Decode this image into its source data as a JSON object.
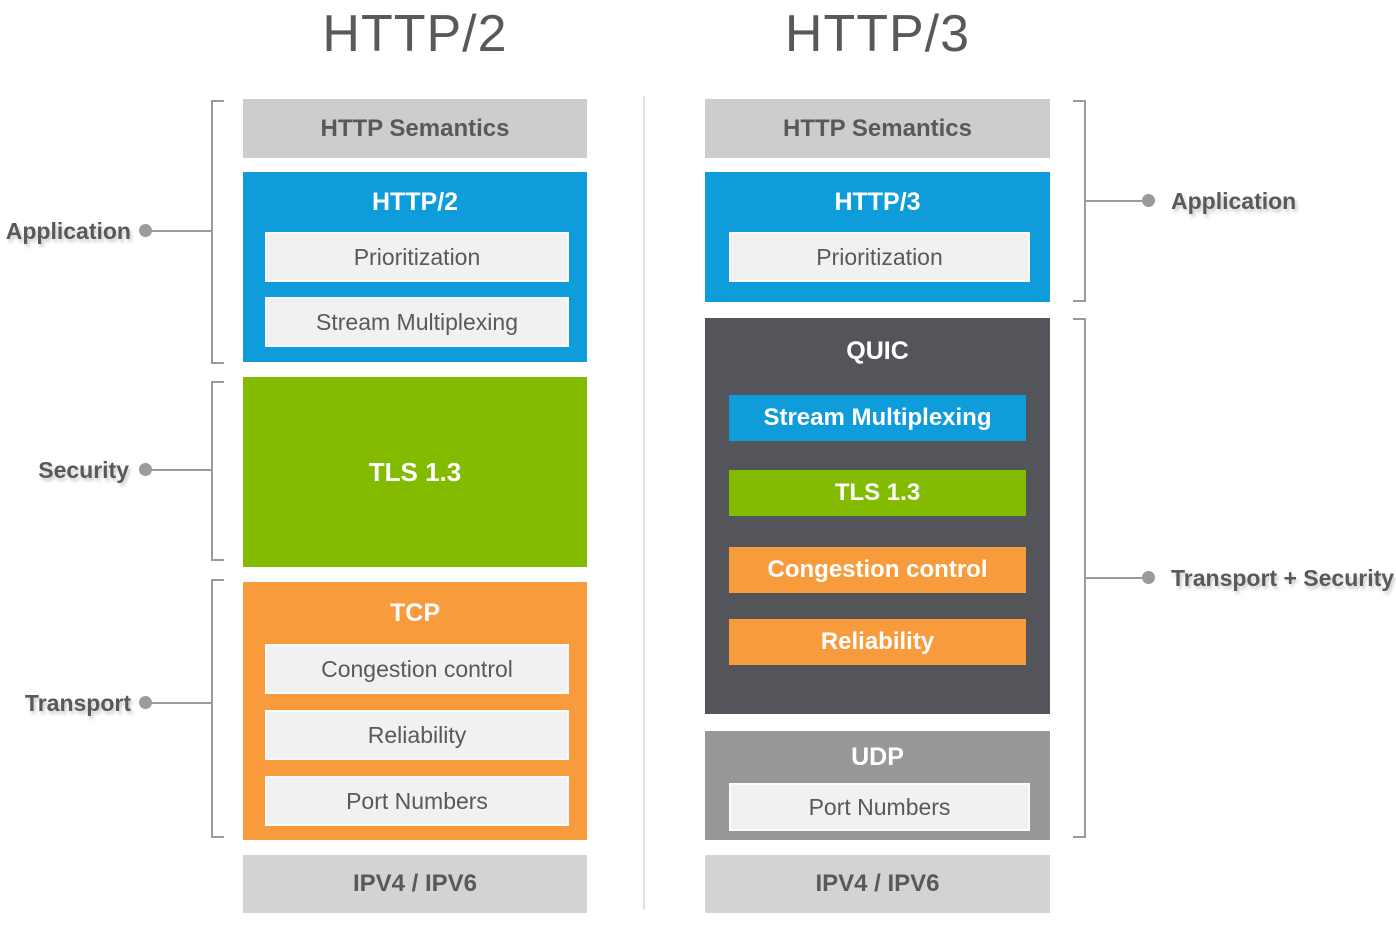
{
  "titles": {
    "left": "HTTP/2",
    "right": "HTTP/3"
  },
  "colors": {
    "blue": "#0f9cdb",
    "green": "#82bb00",
    "orange": "#f89b3c",
    "dark_gray": "#54555b",
    "medium_gray": "#97989a",
    "semantics_bar_gray": "#cdcdce",
    "ip_bar_gray": "#d3d3d4",
    "inner_box_gray": "#f1f1f2",
    "text_dark": "#58595b",
    "line_gray": "#9b9b9b"
  },
  "http2_stack": {
    "semantics_label": "HTTP Semantics",
    "http2_label": "HTTP/2",
    "prioritization_label": "Prioritization",
    "stream_multiplexing_label": "Stream Multiplexing",
    "tls_label": "TLS 1.3",
    "tcp_label": "TCP",
    "congestion_label": "Congestion control",
    "reliability_label": "Reliability",
    "port_numbers_label": "Port Numbers",
    "ip_label": "IPV4 / IPV6"
  },
  "http3_stack": {
    "semantics_label": "HTTP Semantics",
    "http3_label": "HTTP/3",
    "prioritization_label": "Prioritization",
    "quic_label": "QUIC",
    "stream_multiplexing_label": "Stream Multiplexing",
    "tls_label": "TLS 1.3",
    "congestion_label": "Congestion control",
    "reliability_label": "Reliability",
    "udp_label": "UDP",
    "port_numbers_label": "Port Numbers",
    "ip_label": "IPV4 / IPV6"
  },
  "annotations": {
    "left": [
      {
        "label": "Application"
      },
      {
        "label": "Security"
      },
      {
        "label": "Transport"
      }
    ],
    "right": [
      {
        "label": "Application"
      },
      {
        "label": "Transport + Security"
      }
    ]
  }
}
